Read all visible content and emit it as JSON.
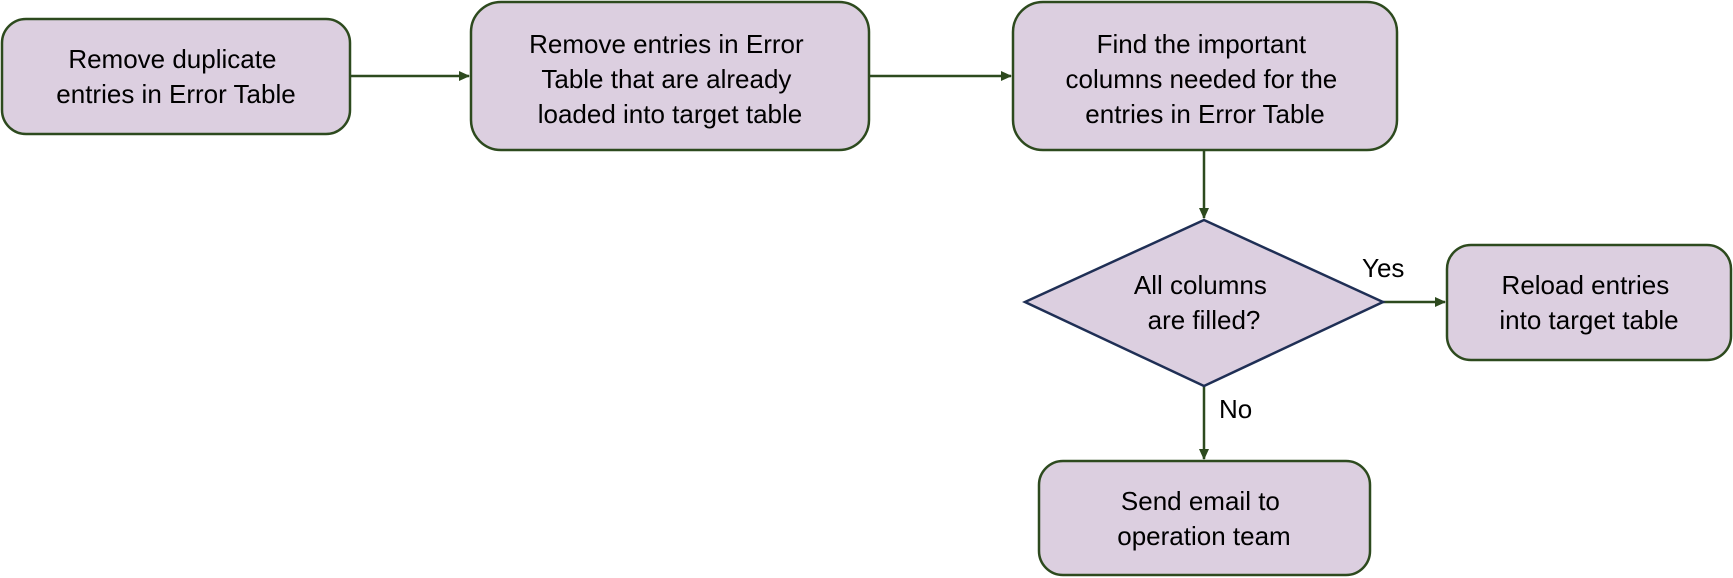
{
  "diagram": {
    "colors": {
      "node_fill": "#dccfe0",
      "node_stroke": "#2d4a1e",
      "decision_stroke": "#1f2f55",
      "arrow": "#2d4a1e",
      "text": "#000000"
    },
    "nodes": {
      "remove_duplicates": [
        "Remove duplicate",
        "entries in Error Table"
      ],
      "remove_loaded": [
        "Remove entries in Error",
        "Table that are already",
        "loaded into target table"
      ],
      "find_columns": [
        "Find the important",
        "columns needed for the",
        "entries in Error Table"
      ],
      "decision": [
        "All columns",
        "are filled?"
      ],
      "reload": [
        "Reload entries",
        "into target table"
      ],
      "send_email": [
        "Send email to",
        "operation team"
      ]
    },
    "edge_labels": {
      "yes": "Yes",
      "no": "No"
    }
  }
}
